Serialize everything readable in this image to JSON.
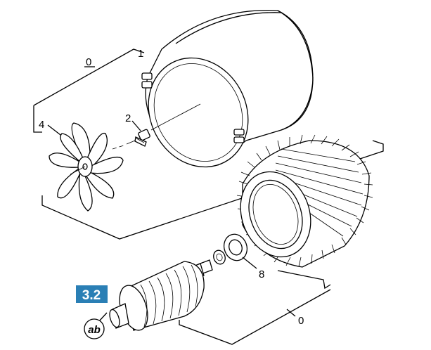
{
  "labels": {
    "group_top": "0",
    "housing": "1",
    "screw": "2",
    "fan": "4",
    "bearing": "8",
    "group_bottom": "0"
  },
  "badge": {
    "text": "3.2",
    "color": "#2a7fb5",
    "circle_text": "ab"
  }
}
